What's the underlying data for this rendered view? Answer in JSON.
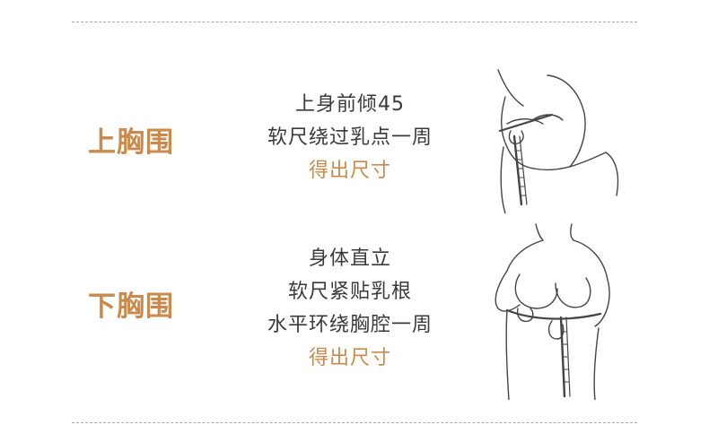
{
  "upper_bust": {
    "title": "上胸围",
    "lines": [
      "上身前倾45",
      "软尺绕过乳点一周"
    ],
    "result": "得出尺寸"
  },
  "lower_bust": {
    "title": "下胸围",
    "lines": [
      "身体直立",
      "软尺紧贴乳根",
      "水平环绕胸腔一周"
    ],
    "result": "得出尺寸"
  },
  "colors": {
    "accent": "#c98a4c",
    "text": "#3a3a3a",
    "rule": "#a9a9a9",
    "sketch": "#444444"
  },
  "icons": {
    "upper_illustration": "upper-bust-measuring-sketch",
    "lower_illustration": "lower-bust-measuring-sketch"
  }
}
